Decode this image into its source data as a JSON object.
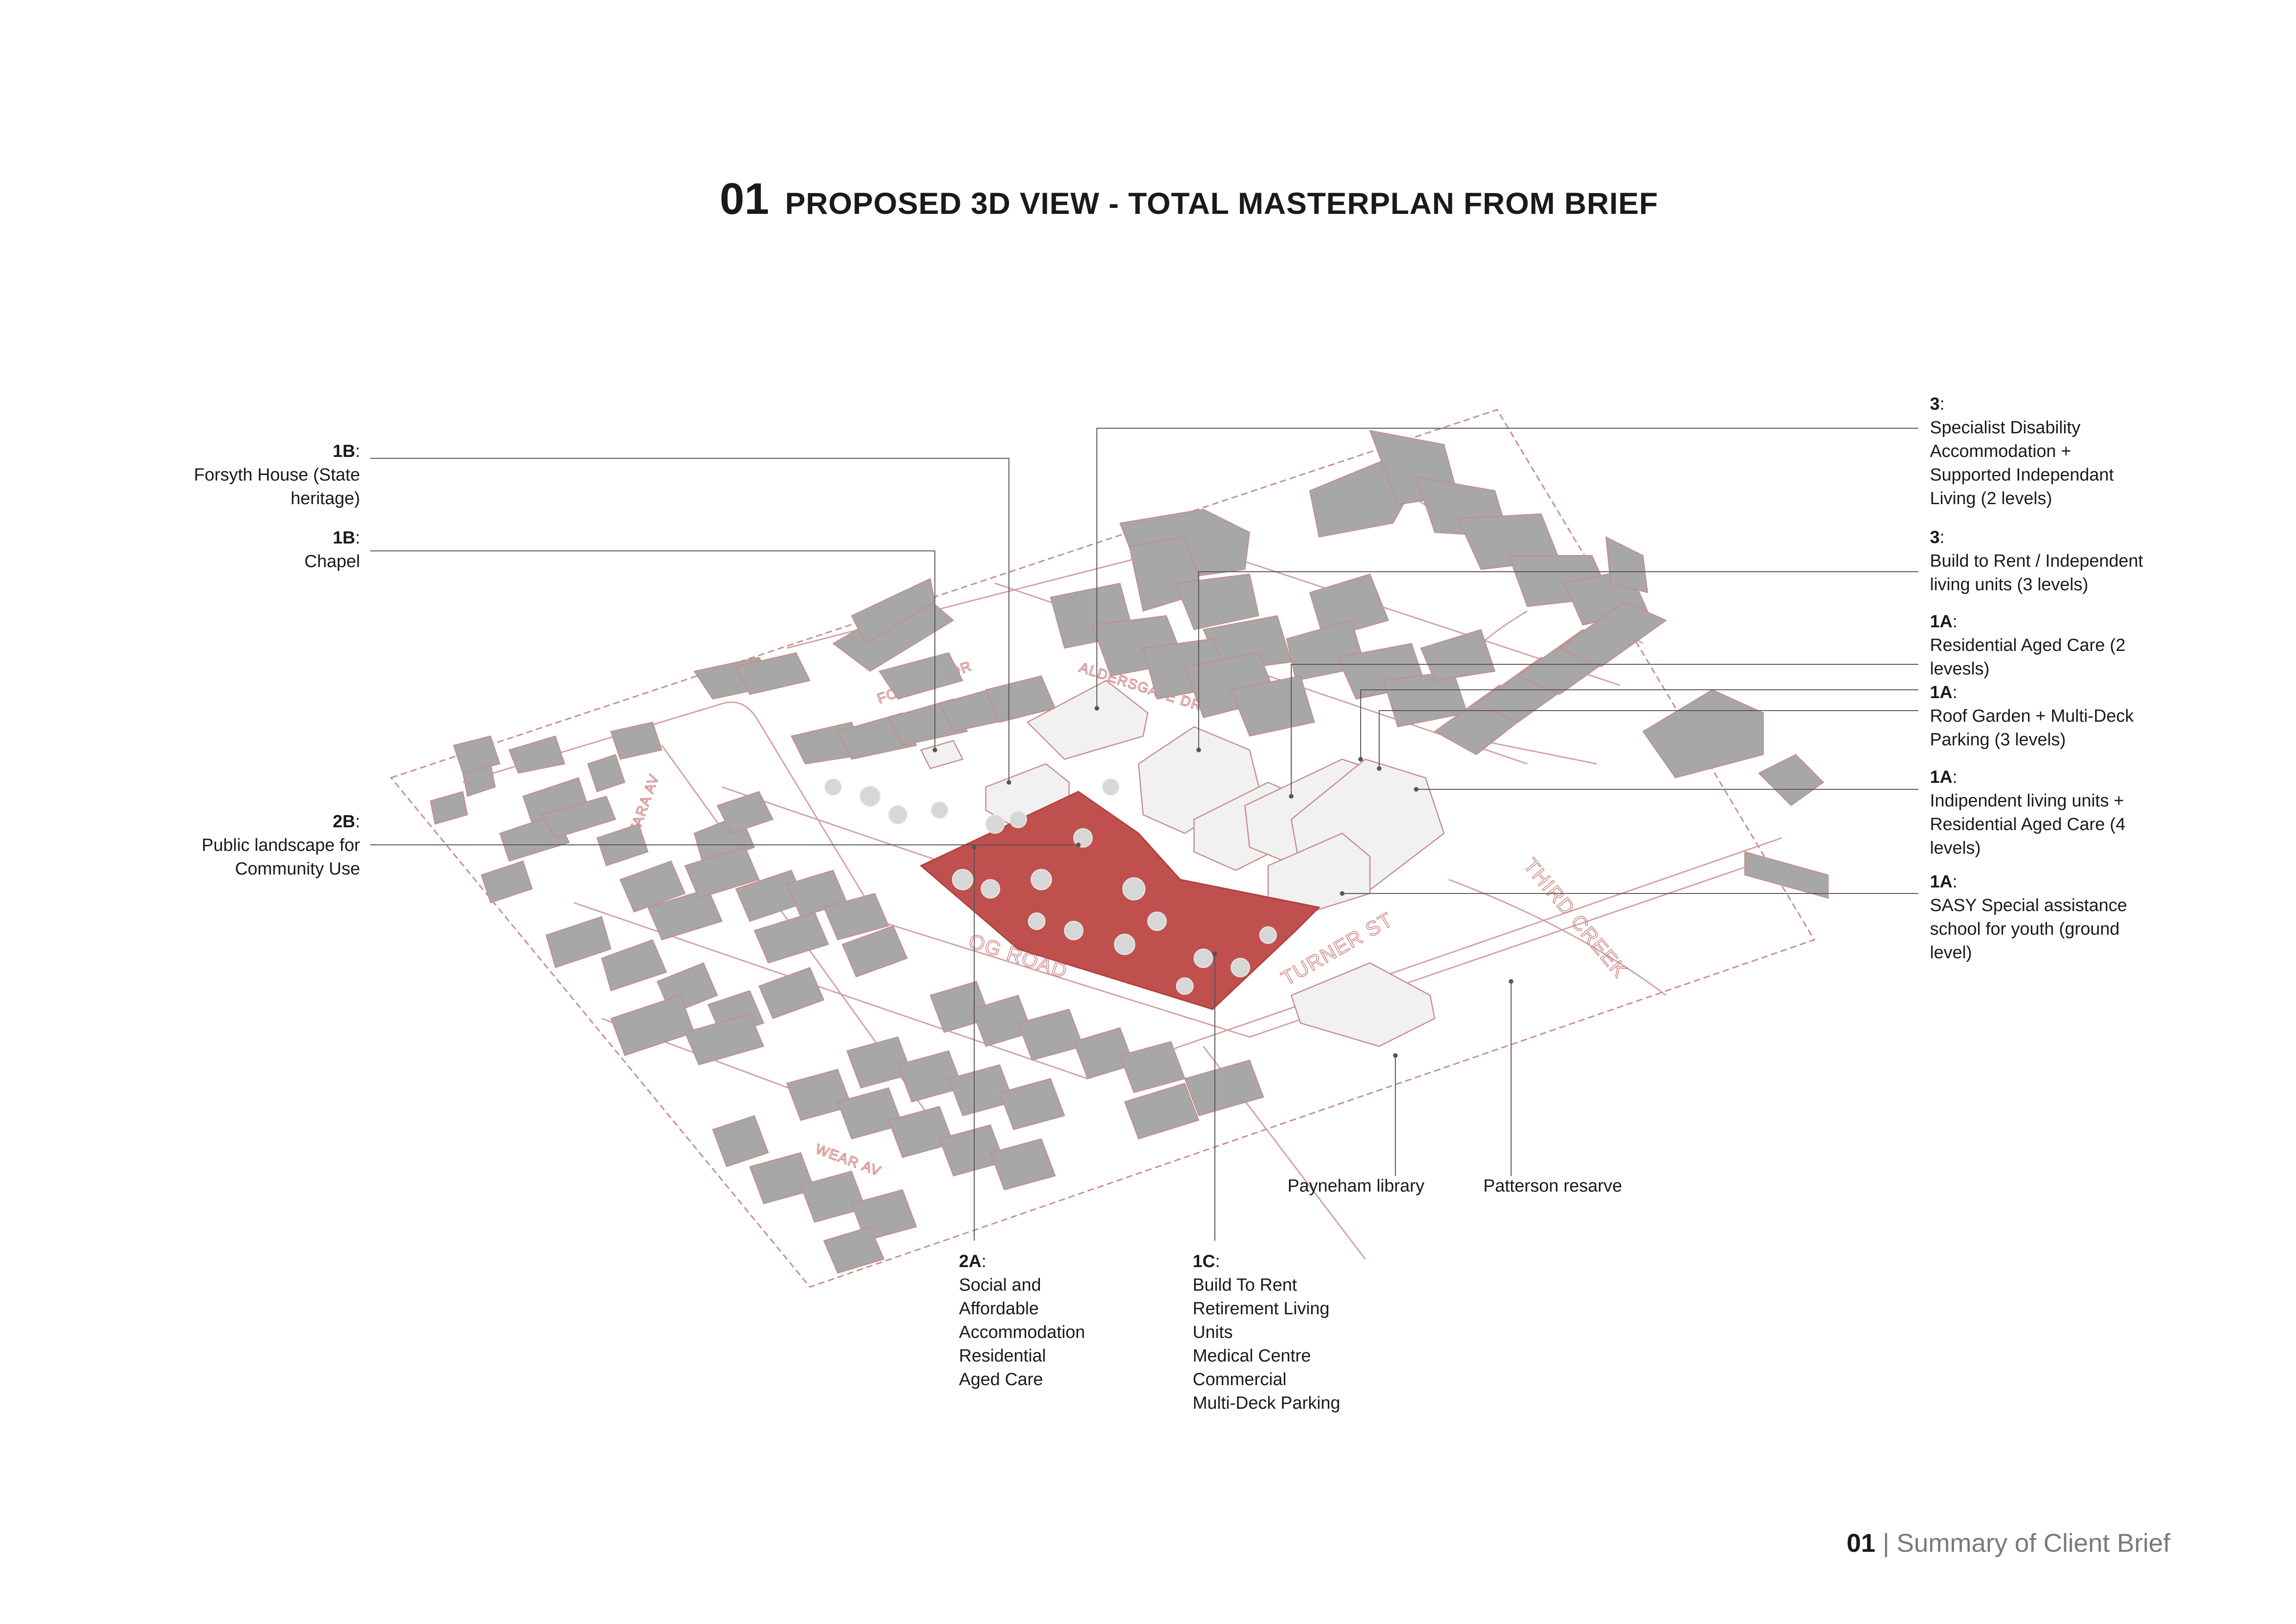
{
  "title": {
    "number": "01",
    "text": "PROPOSED 3D VIEW - TOTAL MASTERPLAN FROM BRIEF"
  },
  "footer": {
    "page": "01",
    "separator": "|",
    "section": "Summary of Client Brief"
  },
  "streets": {
    "forsyth": "FORSYTH DR",
    "aldersgate": "ALDERSGATE DR",
    "og_road": "OG ROAD",
    "turner": "TURNER ST",
    "third_creek": "THIRD CREEK",
    "wear": "WEAR AV",
    "yatara": "YATARA AV"
  },
  "labels": {
    "l1b_forsyth": {
      "code": "1B",
      "lines": [
        "Forsyth House (State",
        "heritage)"
      ]
    },
    "l1b_chapel": {
      "code": "1B",
      "lines": [
        "Chapel"
      ]
    },
    "l2b": {
      "code": "2B",
      "lines": [
        "Public landscape for",
        "Community Use"
      ]
    },
    "l3_disability": {
      "code": "3",
      "lines": [
        "Specialist Disability",
        "Accommodation +",
        "Supported Independant",
        "Living (2 levels)"
      ]
    },
    "l3_rent": {
      "code": "3",
      "lines": [
        "Build to Rent / Independent",
        "living units (3 levels)"
      ]
    },
    "l1a_aged": {
      "code": "1A",
      "lines": [
        "Residential Aged Care (2",
        "levesls)"
      ]
    },
    "l1a_roof": {
      "code": "1A",
      "lines": [
        "Roof Garden + Multi-Deck",
        "Parking (3 levels)"
      ]
    },
    "l1a_indep": {
      "code": "1A",
      "lines": [
        "Indipendent living units +",
        "Residential Aged Care (4",
        "levels)"
      ]
    },
    "l1a_sasy": {
      "code": "1A",
      "lines": [
        "SASY Special assistance",
        "school for youth (ground",
        "level)"
      ]
    },
    "l2a": {
      "code": "2A",
      "lines": [
        "Social and",
        "Affordable",
        "Accommodation",
        "Residential",
        "Aged Care"
      ]
    },
    "l1c": {
      "code": "1C",
      "lines": [
        "Build To Rent",
        "Retirement Living",
        "Units",
        "Medical Centre",
        "Commercial",
        "Multi-Deck Parking"
      ]
    },
    "payneham": {
      "text": "Payneham library"
    },
    "patterson": {
      "text": "Patterson resarve"
    }
  },
  "colors": {
    "site": "#c0504d",
    "building": "#a7a7a7",
    "outline": "#c98a8a",
    "leader": "#555555",
    "proposed": "#f1f1f1"
  }
}
